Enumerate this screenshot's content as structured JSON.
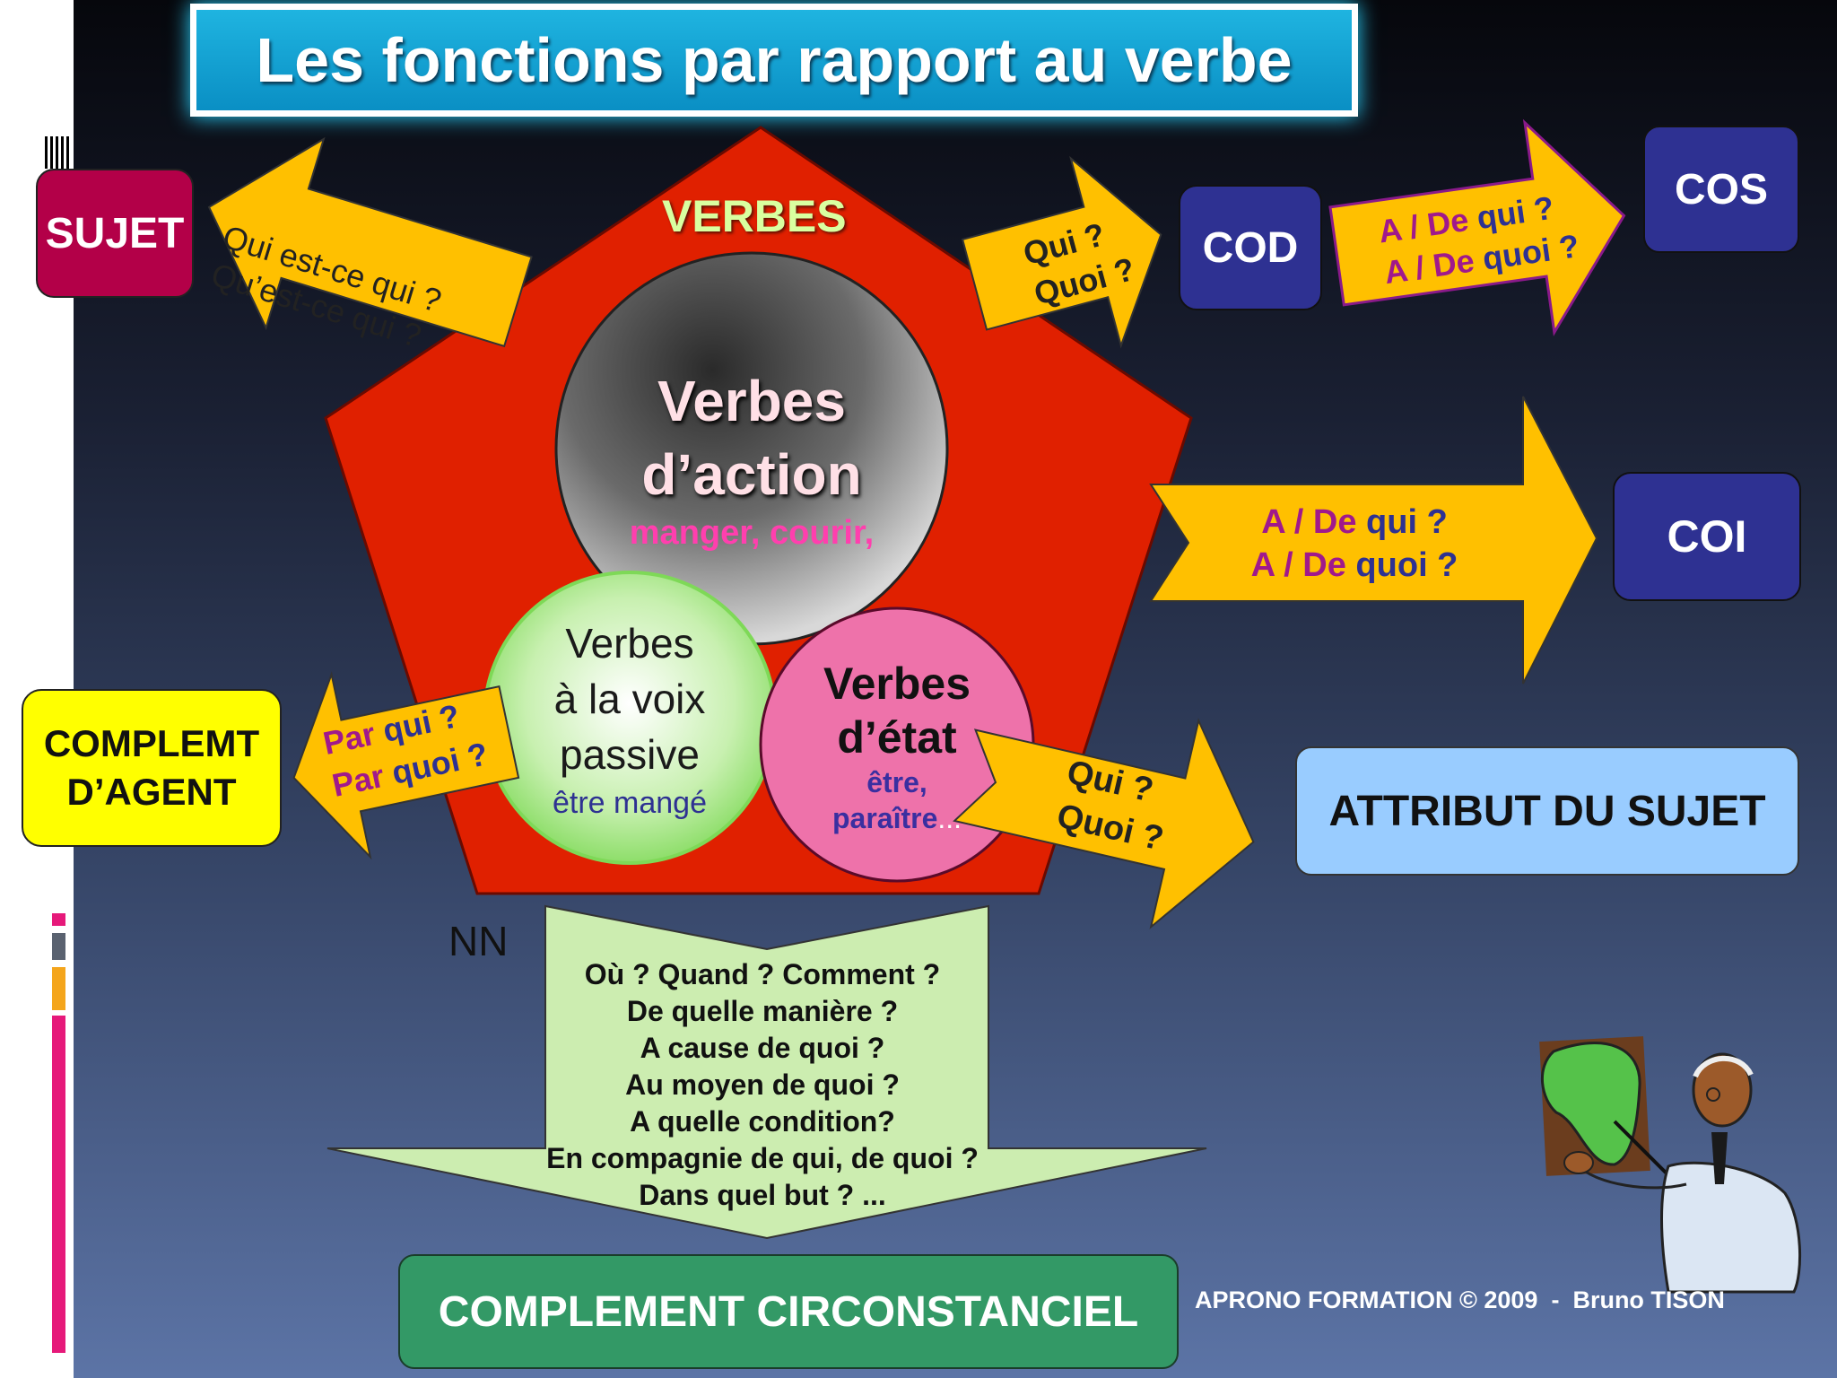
{
  "title": "Les fonctions par rapport au verbe",
  "pentagon_label": "VERBES",
  "action": {
    "line1": "Verbes",
    "line2": "d’action",
    "examples": "manger, courir,"
  },
  "passive": {
    "line1": "Verbes",
    "line2": "à la voix",
    "line3": "passive",
    "examples": "être mangé"
  },
  "etat": {
    "line1": "Verbes",
    "line2": "d’état",
    "ex1": "être,",
    "ex2": "paraître",
    "ex3": "..."
  },
  "sujet": {
    "label": "SUJET",
    "q1": "Qui est-ce qui ?",
    "q2": "Qu’est-ce qui ?"
  },
  "cod": {
    "label": "COD",
    "q1": "Qui ?",
    "q2": "Quoi ?"
  },
  "cos": {
    "label": "COS",
    "p1": "A / De",
    "r1": " qui ?",
    "p2": "A / De",
    "r2": " quoi ?"
  },
  "coi": {
    "label": "COI",
    "p1": "A / De",
    "r1": " qui ?",
    "p2": "A / De",
    "r2": " quoi ?"
  },
  "agent": {
    "line1": "COMPLEMT",
    "line2": "D’AGENT",
    "p1": "Par",
    "r1": " qui ?",
    "p2": "Par",
    "r2": " quoi ?"
  },
  "attribut": {
    "label": "ATTRIBUT DU SUJET",
    "q1": "Qui ?",
    "q2": "Quoi ?"
  },
  "nn": "NN",
  "circ": {
    "questions": [
      "Où ? Quand ? Comment ?",
      "De quelle manière ?",
      "A cause de quoi ?",
      "Au moyen de quoi ?",
      "A quelle condition?",
      "En compagnie de qui, de quoi ?",
      "Dans quel but ? ..."
    ],
    "label": "COMPLEMENT CIRCONSTANCIEL"
  },
  "credit": "APRONO FORMATION © 2009  -  Bruno TISON",
  "colors": {
    "arrow": "#ffc000",
    "cod": "#2e3192",
    "sujet": "#b30048",
    "agent": "#ffff00",
    "attribut": "#99ccff",
    "circ": "#339966",
    "pentagon": "#e02000",
    "sidebar_pink": "#e6197a"
  },
  "icons": [
    "teacher-clipart"
  ]
}
